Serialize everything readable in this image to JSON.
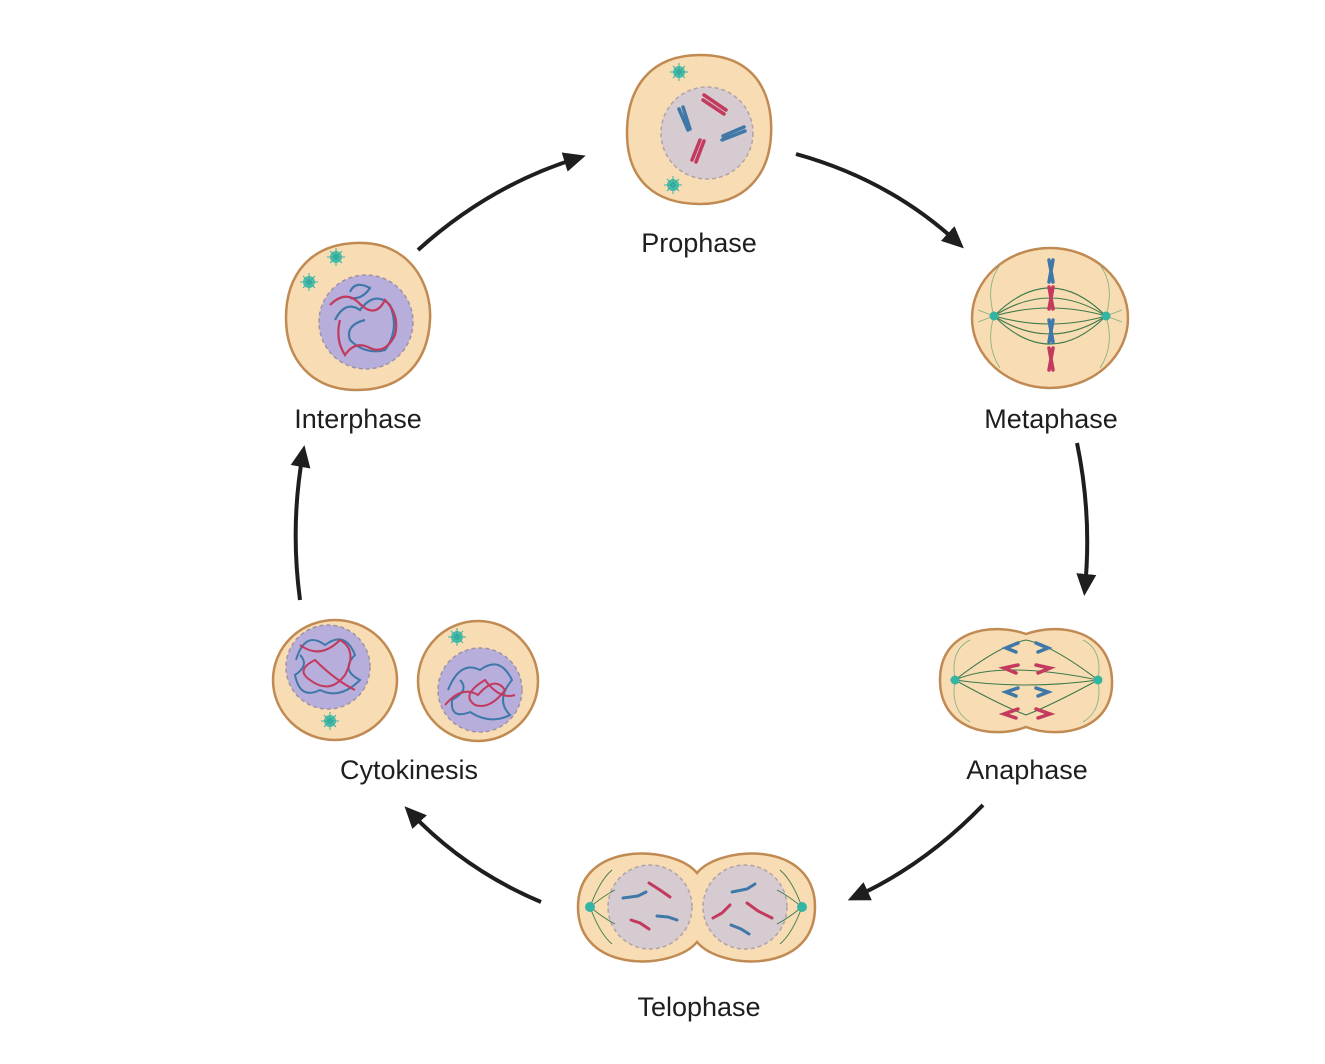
{
  "title": "Cell cycle / mitosis phases",
  "colors": {
    "cytoplasm": "#f8dcb3",
    "membrane": "#c08a52",
    "nucleus_gray": "#d6cbd0",
    "nucleus_purple": "#b8aedb",
    "nuclear_envelope": "#9d93a8",
    "chromosome_blue": "#3f78a8",
    "chromosome_red": "#c23a5e",
    "spindle": "#3e7a4a",
    "centrosome": "#34b5a4",
    "arrow": "#1e1e1e",
    "text": "#1e1e1e"
  },
  "stages": [
    {
      "id": "prophase",
      "label": "Prophase"
    },
    {
      "id": "metaphase",
      "label": "Metaphase"
    },
    {
      "id": "anaphase",
      "label": "Anaphase"
    },
    {
      "id": "telophase",
      "label": "Telophase"
    },
    {
      "id": "cytokinesis",
      "label": "Cytokinesis"
    },
    {
      "id": "interphase",
      "label": "Interphase"
    }
  ],
  "transitions": [
    {
      "from": "interphase",
      "to": "prophase"
    },
    {
      "from": "prophase",
      "to": "metaphase"
    },
    {
      "from": "metaphase",
      "to": "anaphase"
    },
    {
      "from": "anaphase",
      "to": "telophase"
    },
    {
      "from": "telophase",
      "to": "cytokinesis"
    },
    {
      "from": "cytokinesis",
      "to": "interphase"
    }
  ]
}
